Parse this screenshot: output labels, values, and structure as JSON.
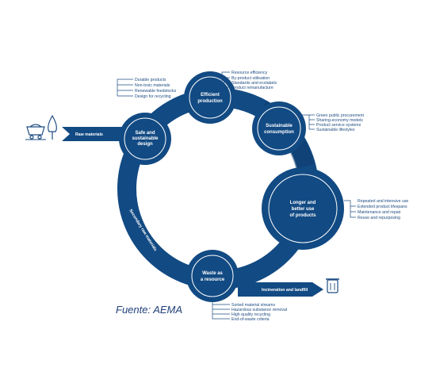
{
  "colors": {
    "primary": "#124a83",
    "primary_dark": "#0d3a6c",
    "label": "#1e4c82",
    "white": "#ffffff"
  },
  "nodes": {
    "safe": {
      "line1": "Safe and",
      "line2": "sustainable",
      "line3": "design",
      "items": [
        "Durable products",
        "Non-toxic materials",
        "Renewable feedstocks",
        "Design for recycling"
      ]
    },
    "efficient": {
      "line1": "Efficient",
      "line2": "production",
      "items": [
        "Resource efficiency",
        "By-product utilisation",
        "Standards and ecolabels",
        "Product remanufacture"
      ]
    },
    "consumption": {
      "line1": "Sustainable",
      "line2": "consumption",
      "items": [
        "Green public procurement",
        "Sharing-economy models",
        "Product service systems",
        "Sustainable lifestyles"
      ]
    },
    "longer": {
      "line1": "Longer and",
      "line2": "better use",
      "line3": "of products",
      "items": [
        "Repeated and intensive use",
        "Extended product lifespans",
        "Maintenance and repair",
        "Reuse and repurposing"
      ]
    },
    "waste": {
      "line1": "Waste as",
      "line2": "a resource",
      "items": [
        "Sorted material streams",
        "Hazardous substance removal",
        "High quality recycling",
        "End-of-waste criteria"
      ]
    }
  },
  "flows": {
    "raw_materials": "Raw materials",
    "incineration": "Incineration and landfill",
    "secondary": "Secondary raw materials"
  },
  "icons": {
    "cart": "mine-cart-icon",
    "tree": "tree-icon",
    "bin": "waste-bin-icon"
  },
  "source": "Fuente: AEMA"
}
